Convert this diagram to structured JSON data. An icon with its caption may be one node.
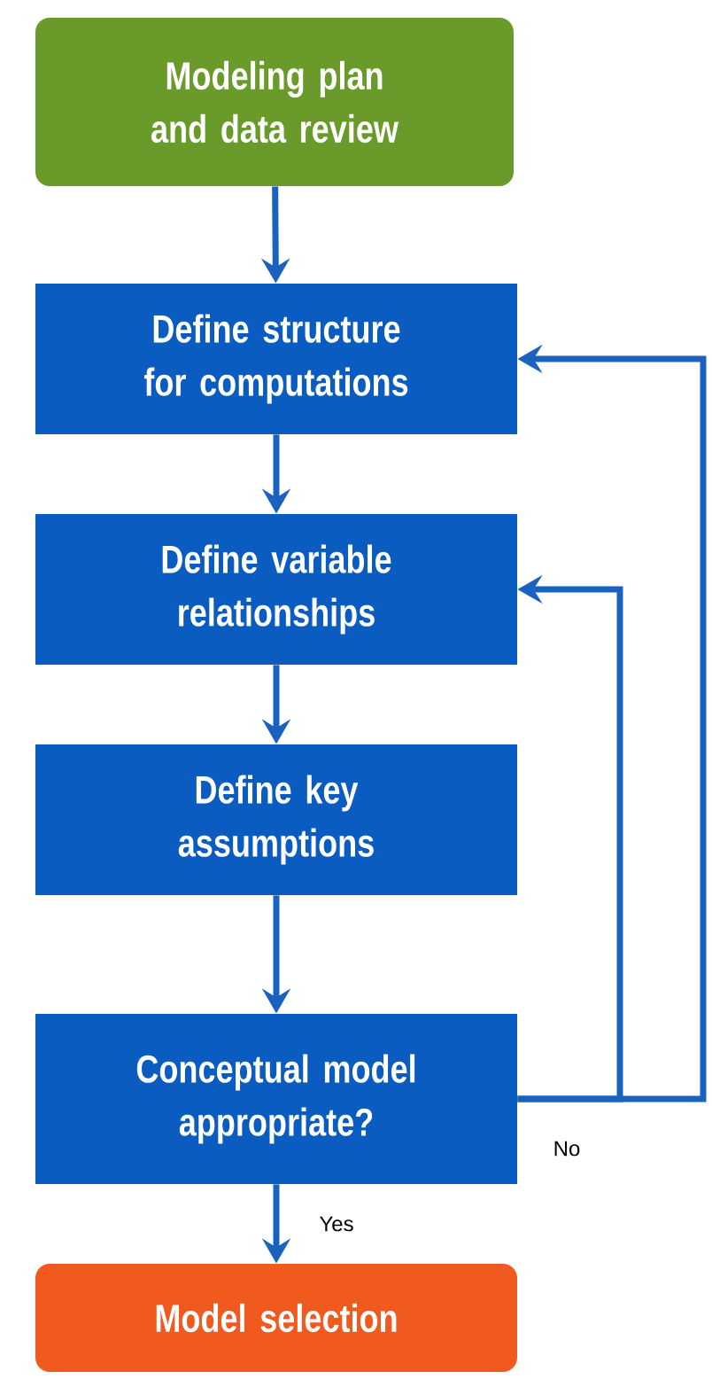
{
  "diagram": {
    "nodes": [
      {
        "text": [
          "Modeling plan and data review"
        ]
      },
      {
        "text": [
          "Define structure for computations"
        ]
      },
      {
        "text": [
          "Define variable relationships"
        ]
      },
      {
        "text": [
          "Define key assumptions"
        ]
      },
      {
        "text": [
          "Conceptual model appropriate?"
        ]
      },
      {
        "text": [
          "Model selection"
        ]
      }
    ],
    "edges": [
      {
        "from": 0,
        "to": 1,
        "arrow": "to"
      },
      {
        "from": 1,
        "to": 2,
        "arrow": "to"
      },
      {
        "from": 2,
        "to": 3,
        "arrow": "to"
      },
      {
        "from": 3,
        "to": 4,
        "arrow": "to"
      },
      {
        "from": 4,
        "to": 5,
        "arrow": "to",
        "label": "Yes"
      },
      {
        "from": 4,
        "to": 1,
        "arrow": "to",
        "label": "No"
      },
      {
        "from": 4,
        "to": 2,
        "arrow": "to"
      }
    ]
  }
}
